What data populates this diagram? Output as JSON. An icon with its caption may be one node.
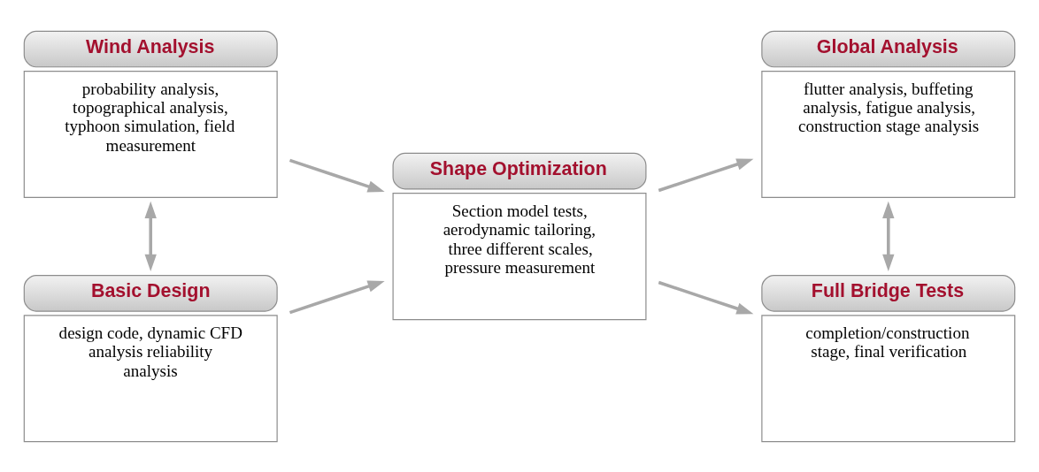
{
  "diagram": {
    "nodes": [
      {
        "text": [
          "Wind Analysis",
          "probability analysis, topographical analysis, typhoon simulation, field measurement"
        ]
      },
      {
        "text": [
          "Basic Design",
          "design code, dynamic CFD analysis reliability analysis"
        ]
      },
      {
        "text": [
          "Shape Optimization",
          "Section model tests, aerodynamic tailoring, three different scales, pressure measurement"
        ]
      },
      {
        "text": [
          "Global Analysis",
          "flutter analysis, buffeting analysis, fatigue analysis, construction stage analysis"
        ]
      },
      {
        "text": [
          "Full Bridge Tests",
          "completion/construction stage, final verification"
        ]
      }
    ],
    "edges": [
      {
        "from": 0,
        "to": 1,
        "arrow": "both"
      },
      {
        "from": 0,
        "to": 2,
        "arrow": "to"
      },
      {
        "from": 1,
        "to": 2,
        "arrow": "to"
      },
      {
        "from": 2,
        "to": 3,
        "arrow": "to"
      },
      {
        "from": 2,
        "to": 4,
        "arrow": "to"
      },
      {
        "from": 3,
        "to": 4,
        "arrow": "both"
      }
    ]
  }
}
